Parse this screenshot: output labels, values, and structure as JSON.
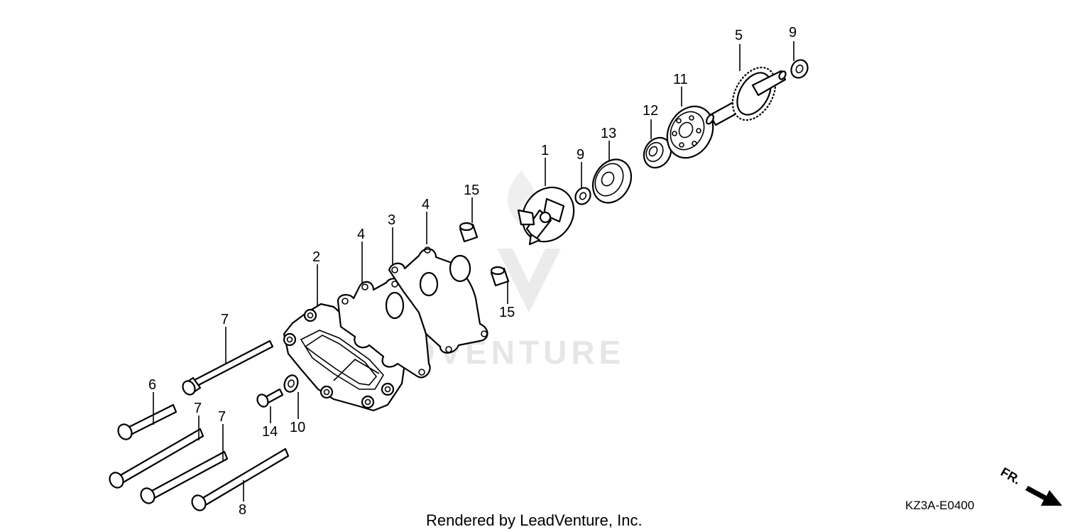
{
  "diagram": {
    "callouts": [
      "1",
      "2",
      "3",
      "4",
      "4",
      "5",
      "6",
      "7",
      "7",
      "7",
      "8",
      "9",
      "9",
      "10",
      "11",
      "12",
      "13",
      "14",
      "15",
      "15"
    ],
    "diagram_code": "KZ3A-E0400",
    "front_marker": "FR.",
    "credit": "Rendered by LeadVenture, Inc.",
    "watermark_text": "ADVENTURE",
    "colors": {
      "ink": "#000000",
      "watermark": "#e6e6e6",
      "background": "#ffffff"
    }
  }
}
